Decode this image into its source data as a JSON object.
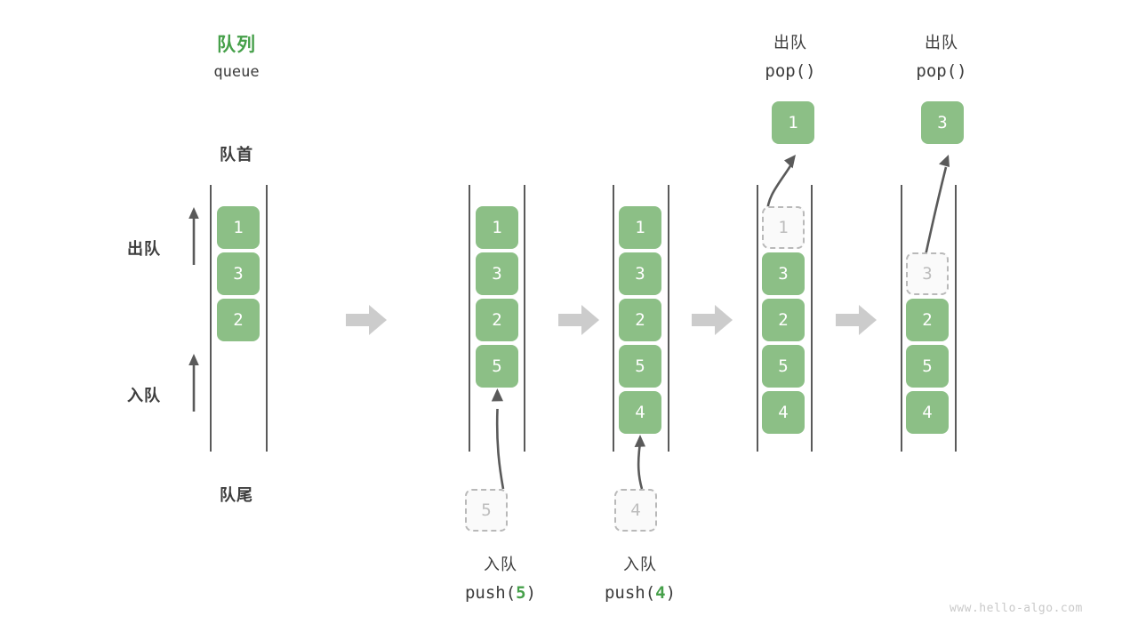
{
  "diagram": {
    "title_cn": "队列",
    "title_en": "queue",
    "front_label": "队首",
    "rear_label": "队尾",
    "dequeue_label": "出队",
    "enqueue_label": "入队",
    "watermark": "www.hello-algo.com",
    "colors": {
      "cell_fill": "#8cbf86",
      "cell_text": "#ffffff",
      "ghost_fill": "#fafafa",
      "ghost_border": "#b9b9b9",
      "ghost_text": "#bdbdbd",
      "rail": "#5a5a5a",
      "accent_green": "#46a04a",
      "text": "#3c3c3c",
      "flow_arrow": "#cccccc",
      "curve_arrow": "#5a5a5a",
      "watermark": "#c9c9c9"
    }
  },
  "steps": [
    {
      "id": "initial",
      "cells": [
        "1",
        "3",
        "2"
      ],
      "ghost_index": null,
      "op_cn": "",
      "op_code": "",
      "popped": null
    },
    {
      "id": "push-5",
      "cells": [
        "1",
        "3",
        "2",
        "5"
      ],
      "ghost_index": null,
      "op_cn": "入队",
      "op_code_prefix": "push(",
      "op_code_arg": "5",
      "op_code_suffix": ")",
      "incoming": "5"
    },
    {
      "id": "push-4",
      "cells": [
        "1",
        "3",
        "2",
        "5",
        "4"
      ],
      "ghost_index": null,
      "op_cn": "入队",
      "op_code_prefix": "push(",
      "op_code_arg": "4",
      "op_code_suffix": ")",
      "incoming": "4"
    },
    {
      "id": "pop-1",
      "cells": [
        "1",
        "3",
        "2",
        "5",
        "4"
      ],
      "ghost_index": 0,
      "op_cn": "出队",
      "op_code": "pop()",
      "popped": "1"
    },
    {
      "id": "pop-3",
      "cells": [
        "3",
        "2",
        "5",
        "4"
      ],
      "ghost_index": 0,
      "op_cn": "出队",
      "op_code": "pop()",
      "popped": "3"
    }
  ],
  "flow_arrows": [
    {
      "name": "flow-arrow-1"
    },
    {
      "name": "flow-arrow-2"
    },
    {
      "name": "flow-arrow-3"
    },
    {
      "name": "flow-arrow-4"
    }
  ]
}
